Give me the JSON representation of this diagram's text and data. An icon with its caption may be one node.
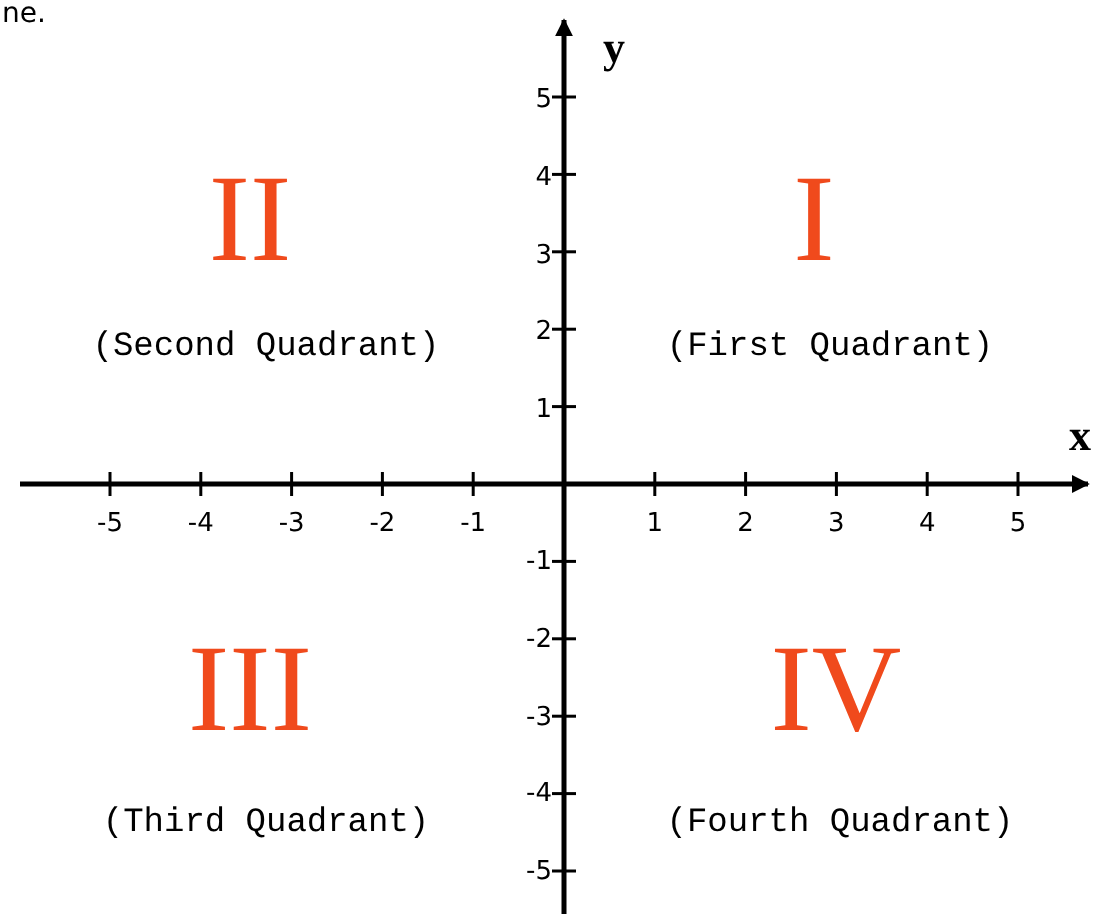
{
  "diagram": {
    "labels": [
      "ne.",
      "y",
      "5",
      "4",
      "II",
      "I",
      "3",
      "(Second Quadrant)",
      "2",
      "(First Quadrant)",
      "1",
      "x",
      "-5",
      "-4",
      "-3",
      "-2",
      "-1",
      "1",
      "2",
      "3",
      "4",
      "5",
      "-1",
      "-2",
      "III",
      "IV",
      "-3",
      "(Third Quadrant)",
      "-4",
      "(Fourth Quadrant)",
      "-5"
    ]
  }
}
